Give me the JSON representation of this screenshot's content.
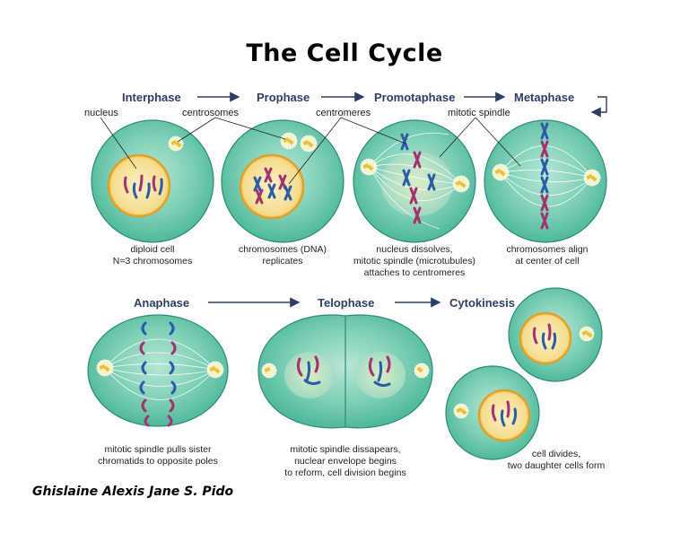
{
  "title": "The Cell Cycle",
  "author": "Ghislaine Alexis Jane S. Pido",
  "stages": {
    "interphase": "Interphase",
    "prophase": "Prophase",
    "promotaphase": "Promotaphase",
    "metaphase": "Metaphase",
    "anaphase": "Anaphase",
    "telophase": "Telophase",
    "cytokinesis": "Cytokinesis"
  },
  "labels": {
    "nucleus": "nucleus",
    "centrosomes": "centrosomes",
    "centromeres": "centromeres",
    "mitotic_spindle": "mitotic spindle"
  },
  "captions": {
    "interphase": [
      "diploid cell",
      "N=3 chromosomes"
    ],
    "prophase": [
      "chromosomes (DNA)",
      "replicates"
    ],
    "promotaphase": [
      "nucleus dissolves,",
      "mitotic spindle (microtubules)",
      "attaches to centromeres"
    ],
    "metaphase": [
      "chromosomes align",
      "at center of cell"
    ],
    "anaphase": [
      "mitotic spindle pulls sister",
      "chromatids to opposite poles"
    ],
    "telophase": [
      "mitotic spindle dissapears,",
      "nuclear envelope begins",
      "to reform, cell division begins"
    ],
    "cytokinesis": [
      "cell divides,",
      "two daughter cells form"
    ]
  },
  "colors": {
    "cell_fill": "#5cc3a9",
    "cell_edge": "#2f8a78",
    "nucleus_fill": "#f6e3a0",
    "nucleus_edge": "#e0a126",
    "chromosome_blue": "#2a5ca8",
    "chromosome_magenta": "#a3326e",
    "arrow": "#2c3e66",
    "centrosome": "#e8c33a"
  }
}
